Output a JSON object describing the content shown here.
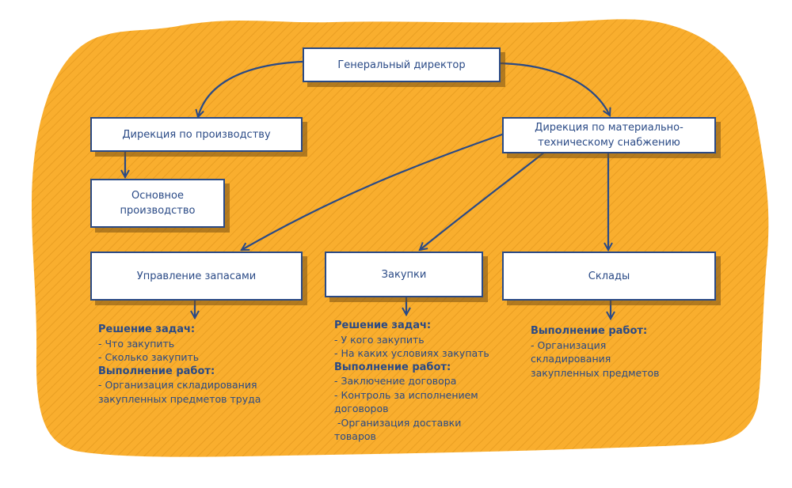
{
  "colors": {
    "background_blob": "#f9ae2e",
    "stroke": "#2a4a86",
    "box_fill": "#ffffff"
  },
  "nodes": {
    "ceo": "Генеральный директор",
    "production_directorate": "Дирекция по производству",
    "main_production": "Основное производство",
    "supply_directorate": "Дирекция по материально-техническому снабжению",
    "inventory_management": "Управление запасами",
    "purchasing": "Закупки",
    "warehouses": "Склады"
  },
  "notes": {
    "inventory_management": {
      "tasks_header": "Решение задач:",
      "tasks": [
        "- Что закупить",
        "- Сколько закупить"
      ],
      "work_header": "Выполнение работ:",
      "work": [
        "- Организация складирования",
        "закупленных предметов труда"
      ]
    },
    "purchasing": {
      "tasks_header": "Решение задач:",
      "tasks": [
        "- У кого закупить",
        "- На каких условиях закупать"
      ],
      "work_header": "Выполнение работ:",
      "work": [
        "- Заключение договора",
        "- Контроль за исполнением",
        "договоров",
        " -Организация доставки",
        "товаров"
      ]
    },
    "warehouses": {
      "work_header": "Выполнение работ:",
      "work": [
        "- Организация",
        "складирования",
        "закупленных предметов"
      ]
    }
  },
  "edges": [
    [
      "ceo",
      "production_directorate"
    ],
    [
      "ceo",
      "supply_directorate"
    ],
    [
      "production_directorate",
      "main_production"
    ],
    [
      "supply_directorate",
      "inventory_management"
    ],
    [
      "supply_directorate",
      "purchasing"
    ],
    [
      "supply_directorate",
      "warehouses"
    ]
  ]
}
